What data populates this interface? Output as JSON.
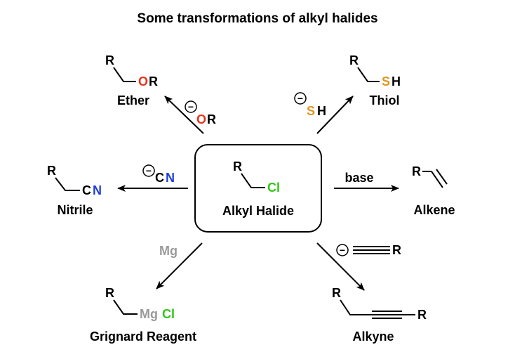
{
  "title": "Some transformations of alkyl halides",
  "colors": {
    "black": "#000000",
    "oxygen": "#e8331c",
    "sulfur": "#e0961e",
    "nitrogen": "#1f3fd6",
    "chlorine": "#33c61a",
    "magnesium": "#9a9a9a"
  },
  "center": {
    "r": "R",
    "cl": "Cl",
    "label": "Alkyl Halide"
  },
  "products": {
    "ether": {
      "r": "R",
      "o": "O",
      "r2": "R",
      "label": "Ether"
    },
    "thiol": {
      "r": "R",
      "s": "S",
      "h": "H",
      "label": "Thiol"
    },
    "nitrile": {
      "r": "R",
      "c": "C",
      "n": "N",
      "label": "Nitrile"
    },
    "alkene": {
      "r": "R",
      "label": "Alkene"
    },
    "grignard": {
      "r": "R",
      "mg": "Mg",
      "cl": "Cl",
      "label": "Grignard Reagent"
    },
    "alkyne": {
      "r": "R",
      "r2": "R",
      "label": "Alkyne"
    }
  },
  "reagents": {
    "alkoxide": {
      "charge": "−",
      "o": "O",
      "r": "R"
    },
    "hydrosulfide": {
      "charge": "−",
      "s": "S",
      "h": "H"
    },
    "cyanide": {
      "charge": "−",
      "c": "C",
      "n": "N"
    },
    "base": "base",
    "magnesium": "Mg",
    "acetylide": {
      "charge": "−",
      "r": "R"
    }
  }
}
